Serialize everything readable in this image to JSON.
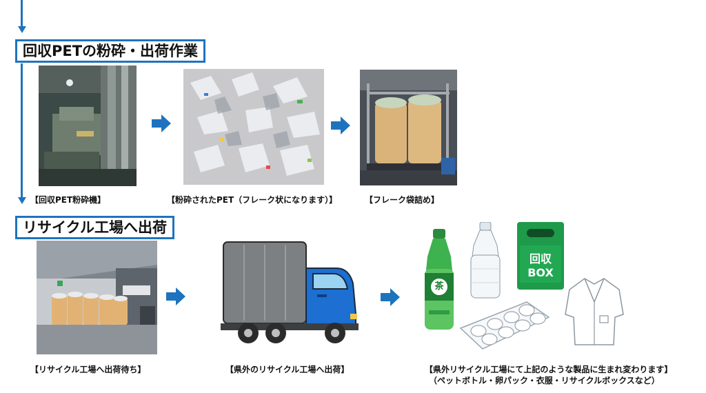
{
  "sections": {
    "crushing": "回収PETの粉砕・出荷作業",
    "shipping": "リサイクル工場へ出荷"
  },
  "captions": {
    "crusher": "【回収PET粉砕機】",
    "flakes": "【粉砕されたPET（フレーク状になります）】",
    "bagging": "【フレーク袋詰め】",
    "waiting": "【リサイクル工場へ出荷待ち】",
    "truck": "【県外のリサイクル工場へ出荷】",
    "products_line1": "【県外リサイクル工場にて上記のような製品に生まれ変わります】",
    "products_line2": "（ペットボトル・卵パック・衣服・リサイクルボックスなど）"
  },
  "illustrations": {
    "green_bottle_label": "茶",
    "recycle_box_line1": "回収",
    "recycle_box_line2": "BOX"
  },
  "colors": {
    "accent": "#1e73be",
    "truck_cab": "#1d6fd1",
    "box_green": "#1e9a4a"
  }
}
